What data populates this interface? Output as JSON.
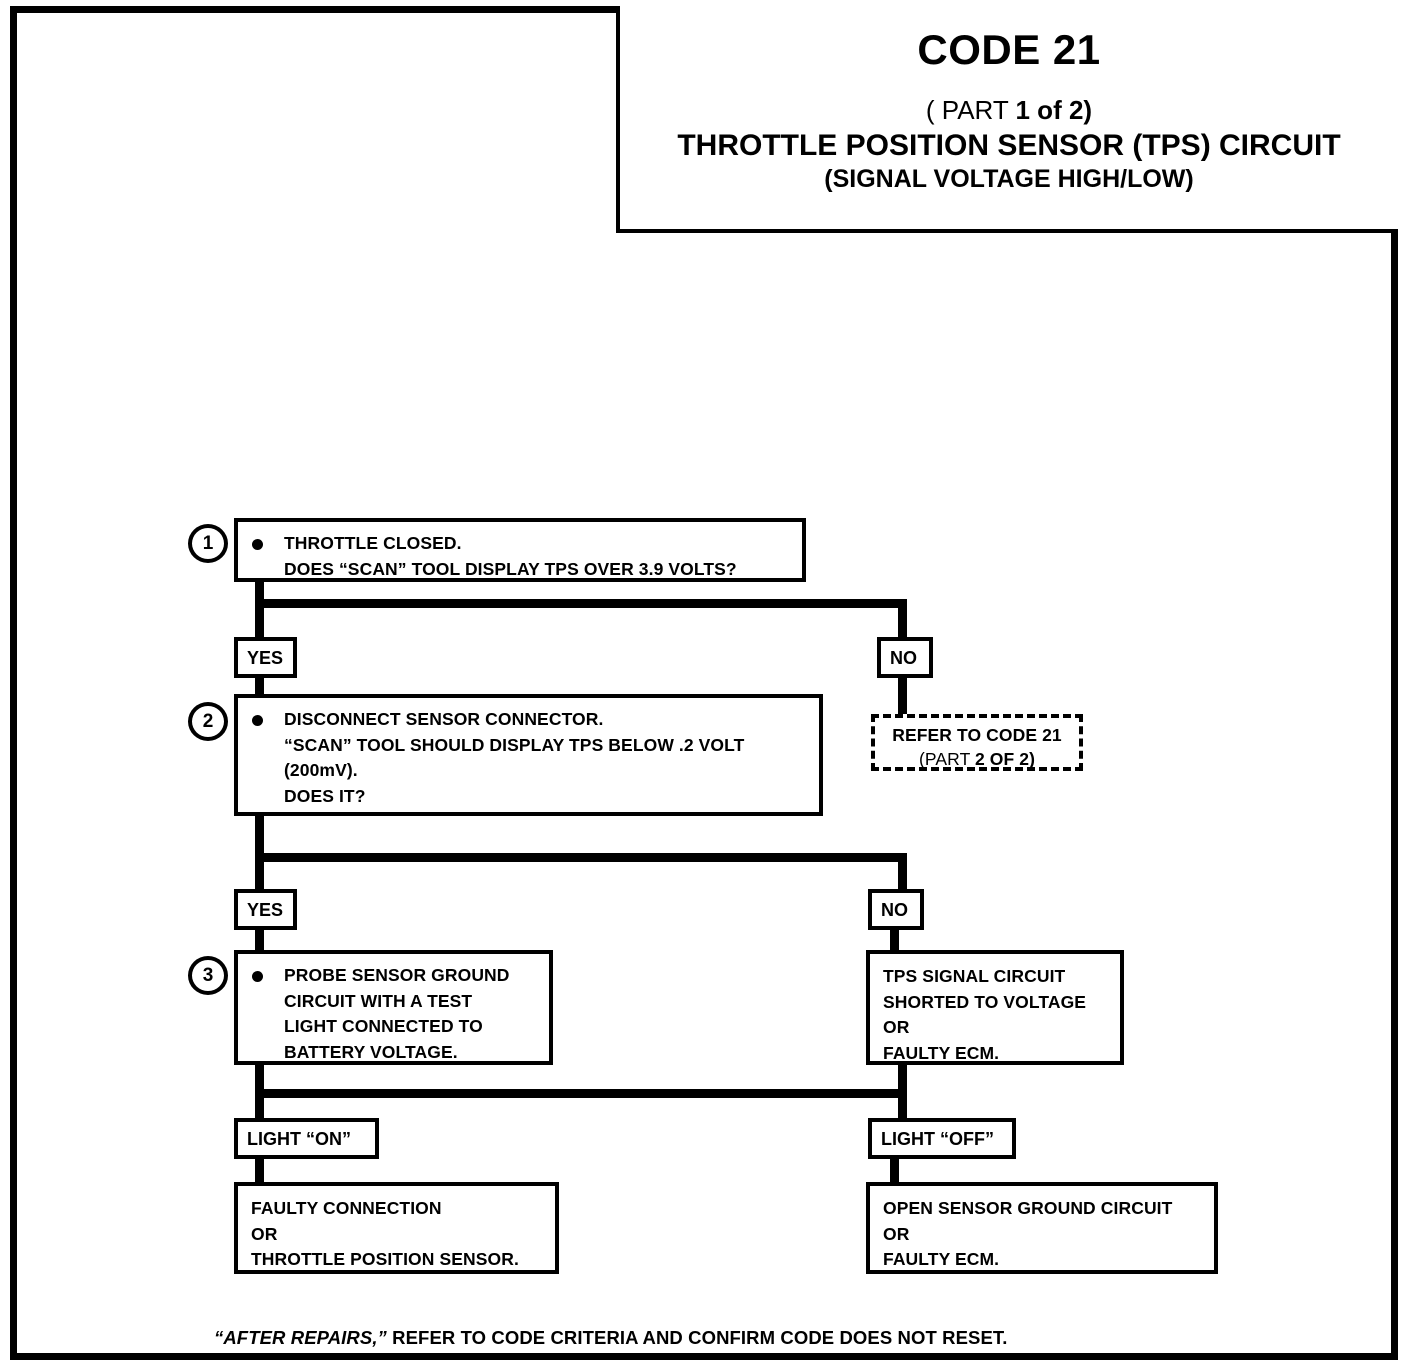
{
  "title": {
    "code": "CODE 21",
    "part_open": "( ",
    "part_word": "PART ",
    "part_value": "1 of 2)",
    "main": "THROTTLE POSITION SENSOR (TPS) CIRCUIT",
    "subtitle": "(SIGNAL VOLTAGE HIGH/LOW)"
  },
  "steps": {
    "step1": {
      "number": "1",
      "line1": "THROTTLE CLOSED.",
      "line2": "DOES “SCAN” TOOL DISPLAY TPS OVER 3.9 VOLTS?"
    },
    "step2": {
      "number": "2",
      "line1": "DISCONNECT SENSOR CONNECTOR.",
      "line2": "“SCAN” TOOL SHOULD DISPLAY TPS BELOW .2 VOLT",
      "line3": "(200mV).",
      "line4": "DOES IT?"
    },
    "step3": {
      "number": "3",
      "line1": "PROBE SENSOR GROUND",
      "line2": "CIRCUIT WITH A TEST",
      "line3": "LIGHT CONNECTED TO",
      "line4": "BATTERY VOLTAGE."
    }
  },
  "branches": {
    "yes1": "YES",
    "no1": "NO",
    "yes2": "YES",
    "no2": "NO",
    "light_on": "LIGHT “ON”",
    "light_off": "LIGHT “OFF”"
  },
  "outcomes": {
    "refer": {
      "line1": "REFER TO CODE 21",
      "line2_lite": "(PART ",
      "line2_hvy": "2 OF 2)"
    },
    "tps_shorted": {
      "line1": "TPS SIGNAL CIRCUIT",
      "line2": "SHORTED TO VOLTAGE",
      "line3": "OR",
      "line4": "FAULTY ECM."
    },
    "faulty_connection": {
      "line1": "FAULTY CONNECTION",
      "line2": "OR",
      "line3": "THROTTLE POSITION SENSOR."
    },
    "open_ground": {
      "line1": "OPEN SENSOR GROUND CIRCUIT",
      "line2": "OR",
      "line3": "FAULTY ECM."
    }
  },
  "footer": {
    "quoted_italic": "“AFTER REPAIRS,”",
    "rest": " REFER TO CODE CRITERIA AND CONFIRM CODE DOES NOT RESET."
  },
  "colors": {
    "ink": "#000000",
    "paper": "#ffffff"
  }
}
